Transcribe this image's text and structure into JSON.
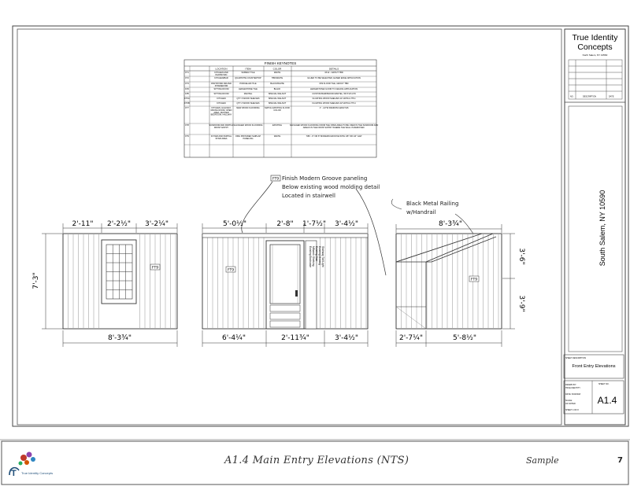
{
  "title_block": {
    "company_line1": "True Identity",
    "company_line2": "Concepts",
    "company_sub": "North Salem, NY 10560",
    "rev_headers": [
      "NO.",
      "DESCRIPTION",
      "DATE"
    ],
    "location": "South Salem, NY 10590",
    "sheet_desc_label": "SHEET DESCRIPTION",
    "sheet_description": "Front Entry Elevations",
    "sheet_no_label": "SHEET NO.",
    "drawn_label": "DRAWN BY:",
    "drawn_value": "TRUE IDENTITY",
    "date_label": "DATE: 6/03/2018",
    "scale_label": "SCALE:",
    "scale_value": "AS NOTED",
    "sheet_count": "SHEET 4 OF 8",
    "sheet_number": "A1.4"
  },
  "keynotes": {
    "title": "FINISH KEYNOTES",
    "headers": [
      "LOCATION",
      "ITEM",
      "COLOR",
      "DETAILS"
    ],
    "rows": [
      [
        "FT1",
        "KITCHEN AND PANTRY/MC",
        "SUBWAY TILE",
        "WHITE",
        "3X12 - GROUT TBD"
      ],
      [
        "FT2",
        "KITCHEN/BAR",
        "QUARTZITE COUNTERTOP",
        "TBD/WHITE",
        "GLUED TO BE SELECTED, EASED EDGE APPLICATION"
      ],
      [
        "FT3",
        "PANTRY/MD RM AND POWDER RM",
        "PORCELAIN TILE",
        "BLACK/WHITE",
        "6X9 FLOOR TILE, GROUT TBD"
      ],
      [
        "FP4",
        "SITTING ROOM",
        "LEDGESTONE TILE",
        "BLACK",
        "LEDGESTONE FLOOR TO CEILING APPLICATION"
      ],
      [
        "FP5",
        "SITTING ROOM",
        "MANTEL",
        "SPECIAL WALNUT",
        "CUSTOM BARNWOOD MANTEL, 56.5\"x9\"x4\"D"
      ],
      [
        "FT6A",
        "KITCHEN",
        "QTY 3 WOOD SHELVES",
        "SPECIAL WALNUT",
        "FLOATING WOOD SHELVES 11\"x40\"Dx1.75\"H"
      ],
      [
        "FT6B",
        "KITCHEN",
        "QTY 2 WOOD SHELVES",
        "SPECIAL WALNUT",
        "FLOATING WOOD SHELVES 22\"x40\"Dx1.75\"H"
      ],
      [
        "FT7",
        "KITCHEN, HALLWAY, DINING ROOM, OPEN AREA, MASTER BEDROOM, HALLWAY",
        "NEW WOOD FLOORING",
        "MATCH EXISTING FLOOR COLOR",
        "1\" - 1/2\"W RANDOM LENGTHS"
      ],
      [
        "FT8",
        "SUNROOM AND PARTIAL FRONT ENTRY",
        "SALVAGED WOOD FLOORING",
        "EXISTING",
        "SALVAGED WOOD FLOORING FROM THE OPEN AREA TO BE USED IN THE SUNROOM AND AREAS IN THE FRONT ENTRY WHERE THE WALL IS REMOVED."
      ],
      [
        "FT9",
        "FOYER AND PARTIAL STAIR AREA",
        "OMG PROVIDED SHIPLAP PANELING",
        "WHITE",
        "7/8X - 6\" OR 8\" MODERN GROOVE WITH 1/8\" OR 1/4\" GAP"
      ]
    ]
  },
  "notes": {
    "tag": "FT9",
    "groove_lines": [
      "Finish Modern Groove paneling",
      "Below existing wood molding detail",
      "Located in stairwell"
    ],
    "rail_lines": [
      "Black Metal Railing",
      "w/Handrail"
    ]
  },
  "elevation_a": {
    "tag": "FT9",
    "top_dims": [
      "2'-11\"",
      "2'-2½\"",
      "3'-2¼\""
    ],
    "height_dim": "7'-3\"",
    "bottom_dim": "8'-3¾\""
  },
  "elevation_b": {
    "tag": "FT9",
    "top_dims": [
      "5'-0½\"",
      "2'-8\"",
      "1'-7½\"",
      "3'-4½\""
    ],
    "bottom_dims": [
      "6'-4¼\"",
      "2'-11¾\"",
      "3'-4½\""
    ],
    "door_sign_lines": [
      "Existing Bookcase",
      "Millwork Shelving",
      "Existing Stair",
      "Existing Molding",
      "Stairway Tall Light"
    ]
  },
  "elevation_c": {
    "tag": "FT9",
    "top_dim": "8'-3¾\"",
    "right_dims": [
      "3'-6\"",
      "3'-9\""
    ],
    "bottom_dims": [
      "2'-7¼\"",
      "5'-8½\""
    ]
  },
  "footer": {
    "title": "A1.4 Main Entry Elevations (NTS)",
    "sample": "Sample",
    "page": "7",
    "logo_text": "True Identity Concepts"
  }
}
